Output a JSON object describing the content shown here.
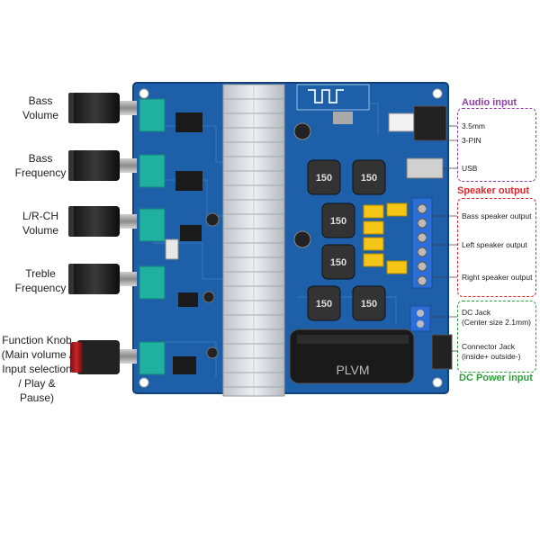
{
  "left_labels": {
    "bass_volume": [
      "Bass",
      "Volume"
    ],
    "bass_frequency": [
      "Bass",
      "Frequency"
    ],
    "lr_ch_volume": [
      "L/R-CH",
      "Volume"
    ],
    "treble_frequency": [
      "Treble",
      "Frequency"
    ],
    "function_knob": [
      "Function Knob",
      "(Main volume /",
      "Input selection",
      "/ Play & Pause)"
    ]
  },
  "audio_input": {
    "title": "Audio input",
    "color": "#8e3fa3",
    "items": [
      "3.5mm",
      "3-PIN",
      "USB"
    ]
  },
  "speaker_output": {
    "title": "Speaker output",
    "color": "#e0262b",
    "items": [
      "Bass speaker output",
      "Left speaker output",
      "Right speaker output"
    ]
  },
  "dc_power": {
    "title": "DC Power input",
    "color": "#2e9e3a",
    "items": [
      [
        "DC Jack",
        "(Center size 2.1mm)"
      ],
      [
        "Connector Jack",
        "(inside+ outside-)"
      ]
    ]
  },
  "board": {
    "pcb_color": "#1d5fa8",
    "heatsink_color": "#d9dde2",
    "inductor_label": "150",
    "capacitor_text": "PLVM"
  }
}
